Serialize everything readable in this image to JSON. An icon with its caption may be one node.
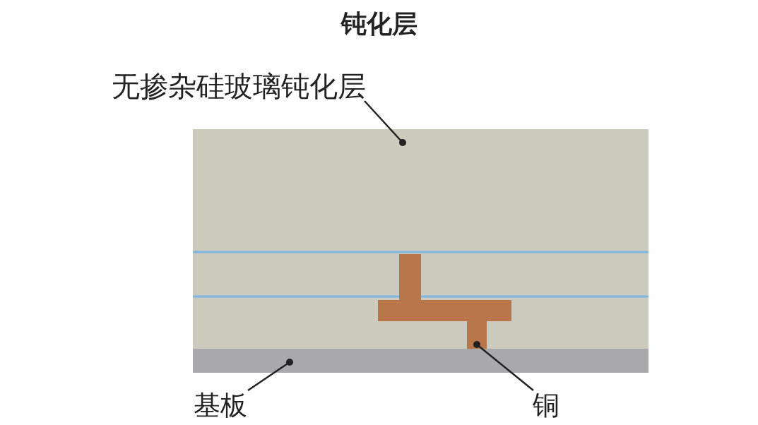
{
  "diagram": {
    "title": "钝化层",
    "nodes": [
      {
        "text": [
          "无掺杂硅玻璃钝化层"
        ]
      },
      {
        "text": [],
        "shape": "box"
      },
      {
        "text": [
          "基板"
        ]
      },
      {
        "text": [],
        "shape": "box"
      },
      {
        "text": [
          "铜"
        ]
      },
      {
        "text": [],
        "shape": "bar",
        "in": 1
      }
    ],
    "edges": [
      {
        "from": 0,
        "to": 1,
        "arrow": "other"
      },
      {
        "from": 2,
        "to": 3,
        "arrow": "other"
      },
      {
        "from": 4,
        "to": 5,
        "arrow": "other"
      }
    ]
  }
}
